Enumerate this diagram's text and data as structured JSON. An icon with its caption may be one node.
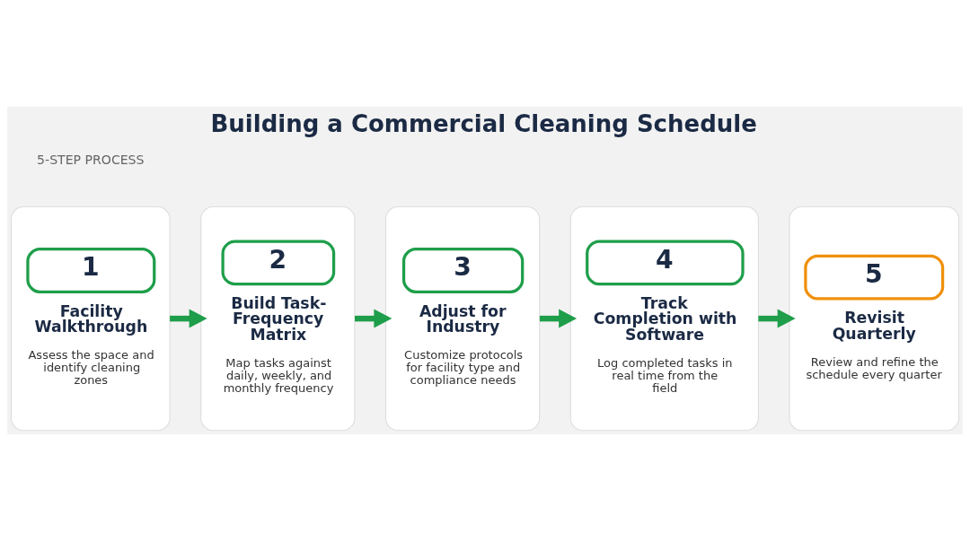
{
  "diagram": {
    "title": "Building a Commercial Cleaning Schedule",
    "nodes": [
      {
        "text": [
          "1",
          "Facility Walkthrough",
          "Assess the space and identify cleaning zones"
        ]
      },
      {
        "text": [
          "2",
          "Build Task-Frequency Matrix",
          "Map tasks against daily, weekly, and monthly frequency"
        ]
      },
      {
        "text": [
          "3",
          "Adjust for Industry",
          "Customize protocols for facility type and compliance needs"
        ]
      },
      {
        "text": [
          "4",
          "Track Completion with Software",
          "Log completed tasks in real time from the field"
        ]
      },
      {
        "text": [
          "5",
          "Revisit Quarterly",
          "Review and refine the schedule every quarter"
        ]
      }
    ],
    "edges": [
      {
        "from": 0,
        "to": 1,
        "arrow": "to"
      },
      {
        "from": 1,
        "to": 2,
        "arrow": "to"
      },
      {
        "from": 2,
        "to": 3,
        "arrow": "to"
      },
      {
        "from": 3,
        "to": 4,
        "arrow": "to"
      }
    ],
    "labels": [
      "5-STEP PROCESS"
    ]
  }
}
